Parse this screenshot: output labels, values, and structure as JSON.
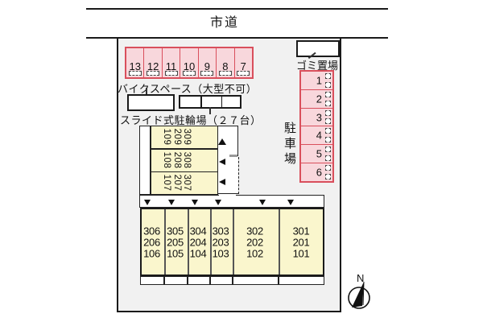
{
  "road": {
    "label": "市道"
  },
  "upper_parking": {
    "spaces": [
      "13",
      "12",
      "11",
      "10",
      "9",
      "8",
      "7"
    ]
  },
  "bike_space": {
    "label": "バイクスペース（大型不可）"
  },
  "slide_cycle": {
    "label": "スライド式駐輪場（２７台）"
  },
  "garbage": {
    "label": "ゴミ置場"
  },
  "parking_lot": {
    "label": "駐車場",
    "spaces": [
      "1",
      "2",
      "3",
      "4",
      "5",
      "6"
    ]
  },
  "west_units": {
    "rows": [
      [
        "109",
        "209",
        "309"
      ],
      [
        "108",
        "208",
        "308"
      ],
      [
        "107",
        "207",
        "307"
      ]
    ]
  },
  "building_units": {
    "columns": [
      [
        "306",
        "206",
        "106"
      ],
      [
        "305",
        "205",
        "105"
      ],
      [
        "304",
        "204",
        "104"
      ],
      [
        "303",
        "203",
        "103"
      ],
      [
        "302",
        "202",
        "102"
      ],
      [
        "301",
        "201",
        "101"
      ]
    ]
  },
  "compass": {
    "label": "N"
  },
  "colors": {
    "parking_fill": "#f8d7dc",
    "parking_border": "#d94f5c",
    "unit_fill": "#faf6cd",
    "site_fill": "#f1f1f1",
    "line": "#1a1a1a"
  }
}
